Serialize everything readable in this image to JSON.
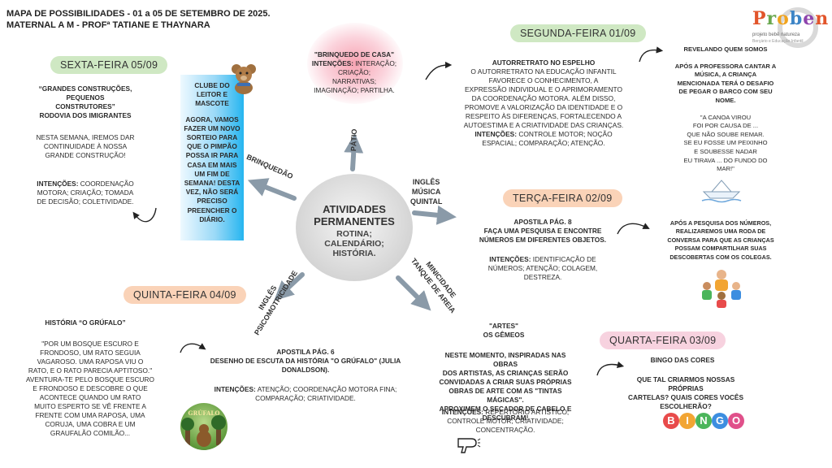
{
  "header": {
    "line1": "MAPA DE POSSIBILIDADES - 01 a 05 DE SETEMBRO DE 2025.",
    "line2": "MATERNAL A M - PROFª TATIANE E THAYNARA"
  },
  "logo": {
    "letters": [
      "P",
      "r",
      "o",
      "b",
      "e",
      "n"
    ],
    "sub": "projeto bebê natureza",
    "sub2": "Berçário e Educação Infantil"
  },
  "center": {
    "title1": "ATIVIDADES",
    "title2": "PERMANENTES",
    "sub1": "ROTINA;",
    "sub2": "CALENDÁRIO;",
    "sub3": "HISTÓRIA."
  },
  "spokes": {
    "patio": "PÁTIO",
    "brinquedao": "BRINQUEDÃO",
    "ingles_musica": [
      "INGLÊS",
      "MÚSICA",
      "QUINTAL"
    ],
    "ingles_psico": [
      "INGLÊS",
      "PSICOMOTRICIDADE"
    ],
    "minicidade": [
      "MINICIDADE",
      "TANQUE DE AREIA"
    ]
  },
  "brinquedo": {
    "title": "\"BRINQUEDO DE CASA\"",
    "intencoes_label": "INTENÇÕES:",
    "line1": "INTERAÇÃO; CRIAÇÃO;",
    "line2": "NARRATIVAS;",
    "line3": "IMAGINAÇÃO; PARTILHA."
  },
  "sexta": {
    "pill": "SEXTA-FEIRA 05/09",
    "title1": "“GRANDES CONSTRUÇÕES,",
    "title2": "PEQUENOS",
    "title3": "CONSTRUTORES”",
    "title4": "RODOVIA DOS IMIGRANTES",
    "p1": "NESTA SEMANA, IREMOS DAR",
    "p2": "CONTINUIDADE À NOSSA",
    "p3": "GRANDE CONSTRUÇÃO!",
    "i_label": "INTENÇÕES:",
    "i1": "COORDENAÇÃO",
    "i2": "MOTORA; CRIAÇÃO; TOMADA",
    "i3": "DE DECISÃO; COLETIVIDADE."
  },
  "clube": {
    "lines": [
      "CLUBE DO",
      "LEITOR E",
      "MASCOTE",
      "",
      "AGORA, VAMOS",
      "FAZER UM NOVO",
      "SORTEIO PARA",
      "QUE O PIMPÃO",
      "POSSA IR PARA",
      "CASA EM MAIS",
      "UM FIM DE",
      "SEMANA! DESTA",
      "VEZ, NÃO SERÁ",
      "PRECISO",
      "PREENCHER O",
      "DIÁRIO."
    ]
  },
  "segunda": {
    "pill": "SEGUNDA-FEIRA 01/09",
    "title": "AUTORRETRATO NO ESPELHO",
    "lines": [
      "O AUTORRETRATO NA EDUCAÇÃO INFANTIL",
      "FAVORECE O CONHECIMENTO, A",
      "EXPRESSÃO INDIVIDUAL E O APRIMORAMENTO",
      "DA COORDENAÇÃO MOTORA. ALÉM DISSO,",
      "PROMOVE A VALORIZAÇÃO DA IDENTIDADE E O",
      "RESPEITO ÀS DIFERENÇAS, FORTALECENDO A",
      "AUTOESTIMA E A CRIATIVIDADE DAS CRIANÇAS."
    ],
    "i_label": "INTENÇÕES:",
    "i1": "CONTROLE MOTOR; NOÇÃO",
    "i2": "ESPACIAL; COMPARAÇÃO; ATENÇÃO."
  },
  "revelando": {
    "title": "REVELANDO QUEM SOMOS",
    "lines": [
      "APÓS A PROFESSORA CANTAR A",
      "MÚSICA, A CRIANÇA",
      "MENCIONADA TERÁ O DESAFIO",
      "DE PEGAR O BARCO COM SEU",
      "NOME."
    ],
    "song": [
      "\"A CANOA VIROU",
      "FOI POR CAUSA DE ...",
      "QUE NÃO SOUBE REMAR.",
      "SE EU FOSSE UM PEIXINHO",
      "E SOUBESSE NADAR",
      "EU TIRAVA ... DO FUNDO DO",
      "MAR!\""
    ]
  },
  "terca": {
    "pill": "TERÇA-FEIRA 02/09",
    "title1": "APOSTILA PÁG. 8",
    "title2": "FAÇA UMA PESQUISA E ENCONTRE",
    "title3": "NÚMEROS EM DIFERENTES OBJETOS.",
    "i_label": "INTENÇÕES:",
    "i1": "IDENTIFICAÇÃO DE",
    "i2": "NÚMEROS; ATENÇÃO; COLAGEM,",
    "i3": "DESTREZA."
  },
  "roda": {
    "lines": [
      "APÓS A PESQUISA DOS NÚMEROS,",
      "REALIZAREMOS UMA RODA DE",
      "CONVERSA PARA QUE AS CRIANÇAS",
      "POSSAM COMPARTILHAR SUAS",
      "DESCOBERTAS COM OS COLEGAS."
    ]
  },
  "quinta": {
    "pill": "QUINTA-FEIRA 04/09",
    "title": "HISTÓRIA “O GRÚFALO”",
    "lines": [
      "\"POR UM BOSQUE ESCURO E",
      "FRONDOSO, UM RATO SEGUIA",
      "VAGAROSO. UMA RAPOSA VIU O",
      "RATO, E O RATO PARECIA APTITOSO.\"",
      "AVENTURA-TE PELO BOSQUE ESCURO",
      "E FRONDOSO E DESCOBRE O QUE",
      "ACONTECE QUANDO UM RATO",
      "MUITO ESPERTO SE VÊ FRENTE A",
      "FRENTE COM UMA RAPOSA, UMA",
      "CORUJA, UMA COBRA E UM",
      "GRAUFALÃO COMILÃO..."
    ],
    "book": "GRÚFALO"
  },
  "apostila6": {
    "title1": "APOSTILA PÁG. 6",
    "title2": "DESENHO DE ESCUTA DA HISTÓRIA \"O GRÚFALO\" (JULIA",
    "title3": "DONALDSON).",
    "i_label": "INTENÇÕES:",
    "i1": "ATENÇÃO; COORDENAÇÃO MOTORA FINA;",
    "i2": "COMPARAÇÃO; CRIATIVIDADE."
  },
  "artes": {
    "title1": "\"ARTES\"",
    "title2": "OS GÊMEOS",
    "lines": [
      "NESTE MOMENTO, INSPIRADAS NAS OBRAS",
      "DOS ARTISTAS, AS CRIANÇAS SERÃO",
      "CONVIDADAS A CRIAR SUAS PRÓPRIAS",
      "OBRAS DE ARTE COM AS \"TINTAS MÁGICAS\".",
      "APROXIMEM O SECADOR DE CABELO E",
      "DESCUBRAM!"
    ],
    "i_label": "INTENÇÕES:",
    "i1": "REPERTÓRIO ARTÍSTICO;",
    "i2": "CONTROLE MOTOR; CRIATIVIDADE;",
    "i3": "CONCENTRAÇÃO."
  },
  "quarta": {
    "pill": "QUARTA-FEIRA  03/09",
    "title": "BINGO DAS CORES",
    "q1": "QUE TAL CRIARMOS NOSSAS PRÓPRIAS",
    "q2": "CARTELAS? QUAIS CORES VOCÊS",
    "q3": "ESCOLHERÃO?",
    "bingo": [
      "B",
      "I",
      "N",
      "G",
      "O"
    ],
    "bingo_colors": [
      "#e84b4b",
      "#f2a533",
      "#4bb55b",
      "#3d8ee0",
      "#e0508a"
    ]
  }
}
